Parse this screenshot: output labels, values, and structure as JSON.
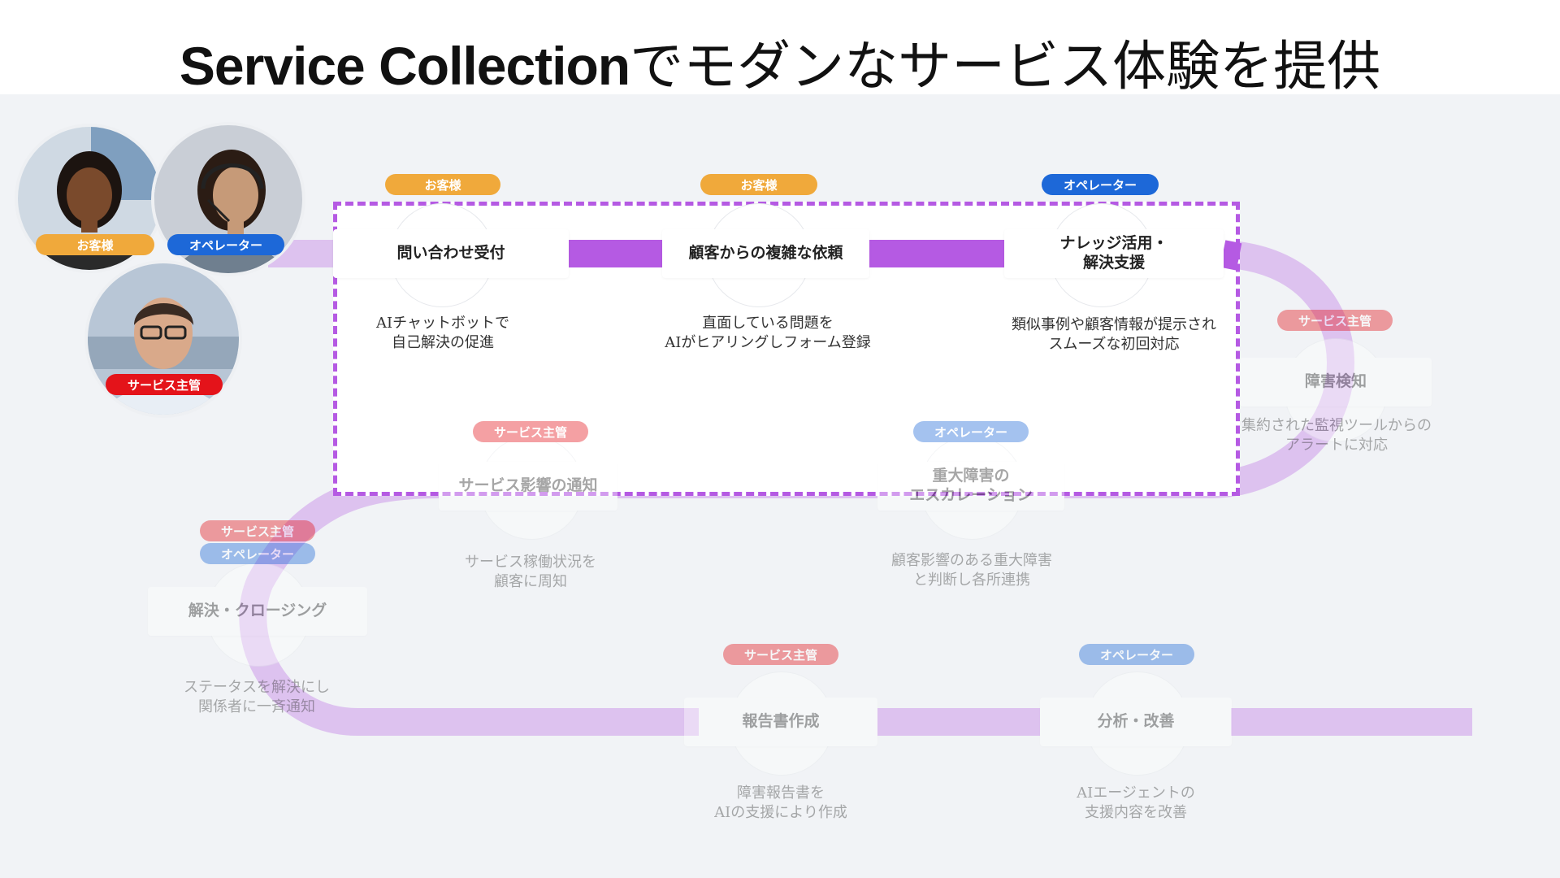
{
  "title": {
    "en": "Service Collection",
    "ja": "でモダンなサービス体験を提供"
  },
  "personas": [
    {
      "label": "お客様",
      "role": "customer"
    },
    {
      "label": "オペレーター",
      "role": "operator"
    },
    {
      "label": "サービス主管",
      "role": "manager"
    }
  ],
  "steps": [
    {
      "id": "inquiry",
      "badge": "お客様",
      "title": "問い合わせ受付",
      "desc_line1": "AIチャットボットで",
      "desc_line2": "自己解決の促進"
    },
    {
      "id": "complex",
      "badge": "お客様",
      "title": "顧客からの複雑な依頼",
      "desc_line1": "直面している問題を",
      "desc_line2": "AIがヒアリングしフォーム登録"
    },
    {
      "id": "knowledge",
      "badge": "オペレーター",
      "title_line1": "ナレッジ活用・",
      "title_line2": "解決支援",
      "desc_line1": "類似事例や顧客情報が提示され",
      "desc_line2": "スムーズな初回対応"
    },
    {
      "id": "detect",
      "badge": "サービス主管",
      "title": "障害検知",
      "desc_line1": "集約された監視ツールからの",
      "desc_line2": "アラートに対応"
    },
    {
      "id": "escalation",
      "badge": "オペレーター",
      "title_line1": "重大障害の",
      "title_line2": "エスカレーション",
      "desc_line1": "顧客影響のある重大障害",
      "desc_line2": "と判断し各所連携"
    },
    {
      "id": "notify",
      "badge": "サービス主管",
      "title": "サービス影響の通知",
      "desc_line1": "サービス稼働状況を",
      "desc_line2": "顧客に周知"
    },
    {
      "id": "resolve",
      "badge": "サービス主管",
      "badge2": "オペレーター",
      "title": "解決・クロージング",
      "desc_line1": "ステータスを解決にし",
      "desc_line2": "関係者に一斉通知"
    },
    {
      "id": "report",
      "badge": "サービス主管",
      "title": "報告書作成",
      "desc_line1": "障害報告書を",
      "desc_line2": "AIの支援により作成"
    },
    {
      "id": "analysis",
      "badge": "オペレーター",
      "title": "分析・改善",
      "desc_line1": "AIエージェントの",
      "desc_line2": "支援内容を改善"
    }
  ],
  "colors": {
    "highlight_border": "#b55ae3",
    "path_active": "#b55ae3",
    "path_faded": "#ddc2ef",
    "customer": "#f0a93b",
    "operator": "#1d68d8",
    "manager": "#e4131a"
  }
}
